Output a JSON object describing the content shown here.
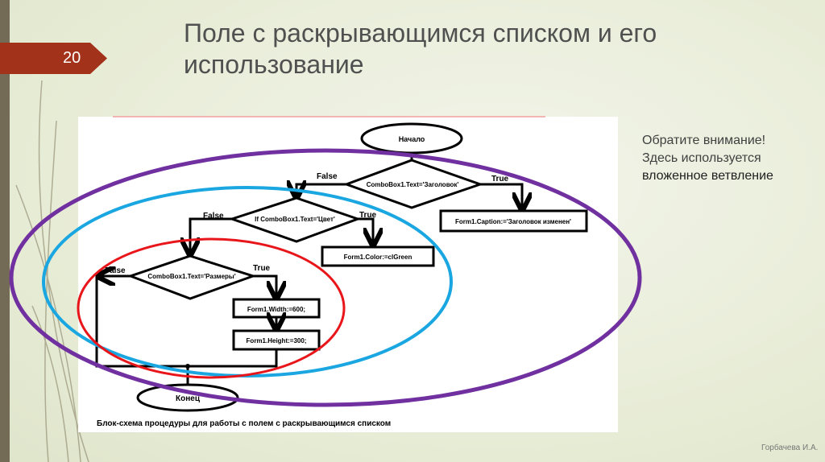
{
  "slide": {
    "number": "20",
    "title": "Поле с раскрывающимся списком и его использование",
    "footer": "Горбачева И.А."
  },
  "note": {
    "line1": "Обратите внимание!",
    "line2": "Здесь используется",
    "line3": "вложенное ветвление"
  },
  "flowchart": {
    "start": "Начало",
    "end": "Конец",
    "cond1": "ComboBox1.Text='Заголовок'",
    "cond2": "If ComboBox1.Text='Цвет'",
    "cond3": "ComboBox1.Text='Размеры'",
    "action_caption": "Form1.Caption:='Заголовок изменен'",
    "action_color": "Form1.Color:=clGreen",
    "action_width": "Form1.Width:=600;",
    "action_height": "Form1.Height:=300;",
    "false_label": "False",
    "true_label": "True",
    "caption": "Блок-схема процедуры  для работы с полем с раскрывающимся списком"
  },
  "colors": {
    "outer": "#7030a0",
    "middle": "#1aa6e0",
    "inner": "#e8161a",
    "accent": "#a3321a"
  }
}
